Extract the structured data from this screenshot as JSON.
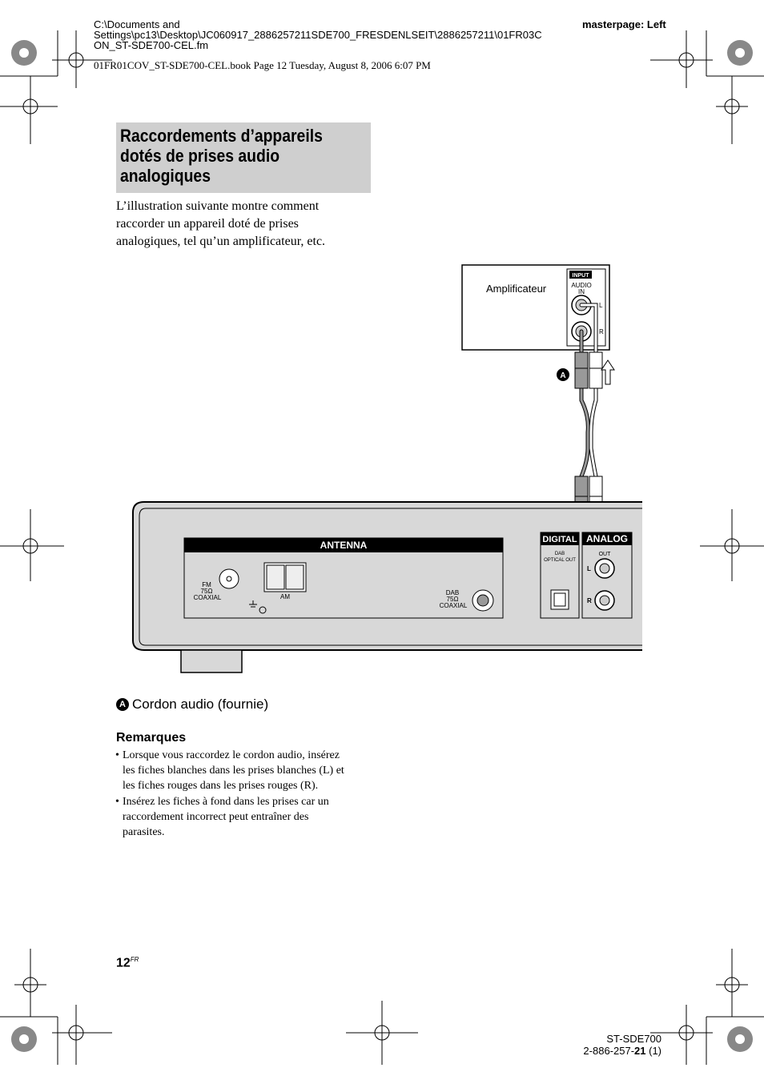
{
  "header": {
    "path_line1": "C:\\Documents and",
    "path_line2": "Settings\\pc13\\Desktop\\JC060917_2886257211SDE700_FRESDENLSEIT\\2886257211\\01FR03C",
    "path_line3": "ON_ST-SDE700-CEL.fm",
    "masterpage": "masterpage: Left",
    "book_line": "01FR01COV_ST-SDE700-CEL.book  Page 12  Tuesday, August 8, 2006  6:07 PM"
  },
  "section": {
    "title_line1": "Raccordements d’appareils",
    "title_line2": "dotés de prises audio",
    "title_line3": "analogiques",
    "intro_line1": "L’illustration suivante montre comment",
    "intro_line2": "raccorder un appareil doté de prises",
    "intro_line3": "analogiques, tel qu’un amplificateur, etc."
  },
  "diagram": {
    "amplifier_label": "Amplificateur",
    "input_label": "INPUT",
    "audio_in_label1": "AUDIO",
    "audio_in_label2": "IN",
    "l_label": "L",
    "r_label": "R",
    "callout_a": "A",
    "antenna_label": "ANTENNA",
    "fm_label1": "FM",
    "fm_label2": "75Ω",
    "fm_label3": "COAXIAL",
    "am_label": "AM",
    "dab_label1": "DAB",
    "dab_label2": "75Ω",
    "dab_label3": "COAXIAL",
    "digital_label": "DIGITAL",
    "analog_label": "ANALOG",
    "dab_optical_label1": "DAB",
    "dab_optical_label2": "OPTICAL OUT",
    "out_label": "OUT",
    "panel_l": "L",
    "panel_r": "R"
  },
  "caption": {
    "marker": "A",
    "text": "Cordon audio (fournie)"
  },
  "notes": {
    "title": "Remarques",
    "items": [
      {
        "line1": "Lorsque vous raccordez le cordon audio, insérez",
        "line2": "les fiches blanches dans les prises blanches (L) et",
        "line3": "les fiches rouges dans les prises rouges (R)."
      },
      {
        "line1": "Insérez les fiches à fond dans les prises car un",
        "line2": "raccordement incorrect peut entraîner des",
        "line3": "parasites."
      }
    ]
  },
  "footer": {
    "page_number": "12",
    "page_lang": "FR",
    "model_line1": "ST-SDE700",
    "model_line2_pre": "2-886-257-",
    "model_line2_bold": "21",
    "model_line2_post": " (1)"
  }
}
